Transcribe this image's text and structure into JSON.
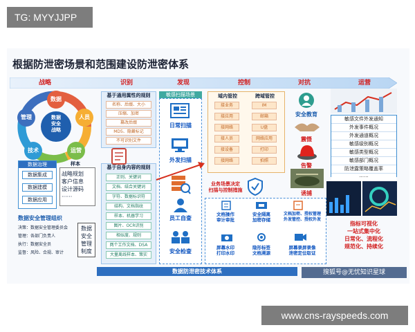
{
  "top_tag": "TG: MYYJJPP",
  "bottom_tag": "www.cns-rayspeeds.com",
  "slide": {
    "title": "根据防泄密场景和范围建设防泄密体系",
    "stages": [
      "战略",
      "识别",
      "发现",
      "控制",
      "对抗",
      "运营"
    ],
    "strategy": {
      "wheel": [
        "数据",
        "人员",
        "运营",
        "技术",
        "管理"
      ],
      "center": [
        "数据",
        "安全",
        "战略"
      ],
      "governance_title": "数据治理",
      "governance_items": [
        "数据集成",
        "数据建模",
        "数据应用"
      ],
      "sample_label": "样本",
      "sample_items": [
        "战略规划",
        "客户信息",
        "设计源码",
        "······"
      ],
      "org_title": "数据安全管理组织",
      "org_rows": [
        "决策：数据安全管理委员会",
        "管理：各部门负责人",
        "执行：数据安全员",
        "监督：风险、合规、审计"
      ],
      "system_label": [
        "数据",
        "安全",
        "管理",
        "制度"
      ]
    },
    "identify": {
      "rule1_title": "基于通用属性的规则",
      "rule1_items": [
        "名称、后缀、大小",
        "压缩、加密",
        "篡改后缀",
        "MD5、隐藏标记",
        "不可识别文件"
      ],
      "rule2_title": "基于自身内容的规则",
      "rule2_items": [
        "正则、关键词",
        "文档、结合关键词",
        "字符、数据标识符",
        "结构、文档指纹",
        "样本、机器学习",
        "图片、OCR识别",
        "相似度、规则",
        "两个工作文档、DSA",
        "大量离线样本、策实"
      ]
    },
    "discover": {
      "header": "敏感扫描场景",
      "items": [
        "日常扫描",
        "外发扫描",
        "员工自查",
        "安全检查"
      ]
    },
    "control": {
      "domain_title": "域内管控",
      "domain_items": [
        "接业务",
        "接应用",
        "接网络",
        "接人员",
        "接设备",
        "接网络"
      ],
      "cross_title": "跨域管控",
      "cross_items": [
        "IM",
        "邮箱",
        "U盘",
        "网络应用",
        "打印",
        "拍照"
      ],
      "scene_label": [
        "业务场景决定",
        "扫描与控制措施"
      ],
      "features": [
        [
          "文档操作",
          "审计审批"
        ],
        [
          "安全隔离",
          "加密存储"
        ],
        [
          "文档加密、授权管理",
          "外发管控、授权外发"
        ],
        [
          "屏幕水印",
          "打印水印"
        ],
        [
          "隐形标签",
          "文档溯源"
        ],
        [
          "屏幕录屏录像",
          "泄密定位取证"
        ]
      ]
    },
    "confront": {
      "items": [
        "安全教育",
        "震慑",
        "告警",
        "诱捕"
      ]
    },
    "operate": {
      "list": [
        "敏感文件外发通知",
        "外发事件概况",
        "外发通道概况",
        "敏感级别概况",
        "敏感类型概况",
        "敏感部门概况",
        "防泄露策略覆盖率",
        "······"
      ],
      "viz": [
        "指标可视化",
        "一站式集中化",
        "日常化、流程化",
        "规范化、持续化"
      ]
    },
    "footer_left": "数据防泄密技术体系",
    "watermark": "搜狐号@无忧知识星球"
  }
}
